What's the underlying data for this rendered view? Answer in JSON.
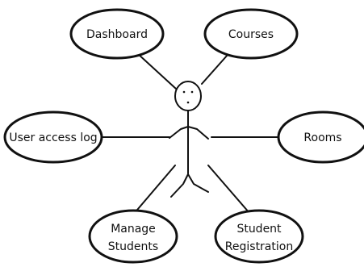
{
  "nodes": {
    "dashboard": {
      "label": "Dashboard"
    },
    "courses": {
      "label": "Courses"
    },
    "user_access_log": {
      "label": "User access log"
    },
    "rooms": {
      "label": "Rooms"
    },
    "manage_students": {
      "line1": "Manage",
      "line2": "Students"
    },
    "student_registration": {
      "line1": "Student",
      "line2": "Registration"
    }
  },
  "colors": {
    "stroke": "#111111",
    "background": "#ffffff"
  }
}
